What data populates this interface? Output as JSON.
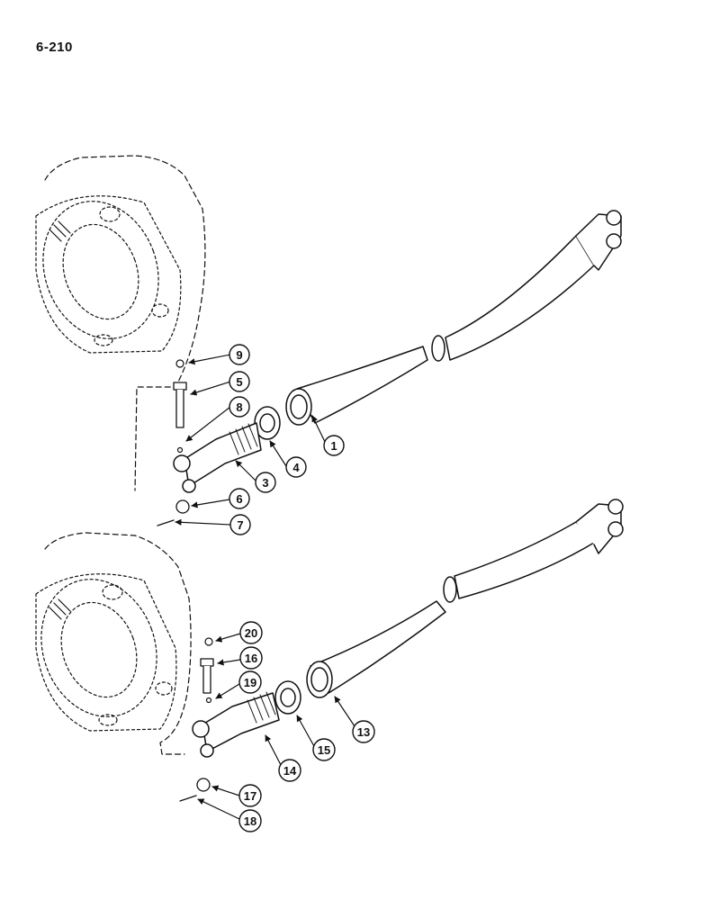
{
  "page_number": "6-210",
  "callouts": {
    "c1": "1",
    "c3": "3",
    "c4": "4",
    "c5": "5",
    "c6": "6",
    "c7": "7",
    "c8": "8",
    "c9": "9",
    "c13": "13",
    "c14": "14",
    "c15": "15",
    "c16": "16",
    "c17": "17",
    "c18": "18",
    "c19": "19",
    "c20": "20"
  }
}
